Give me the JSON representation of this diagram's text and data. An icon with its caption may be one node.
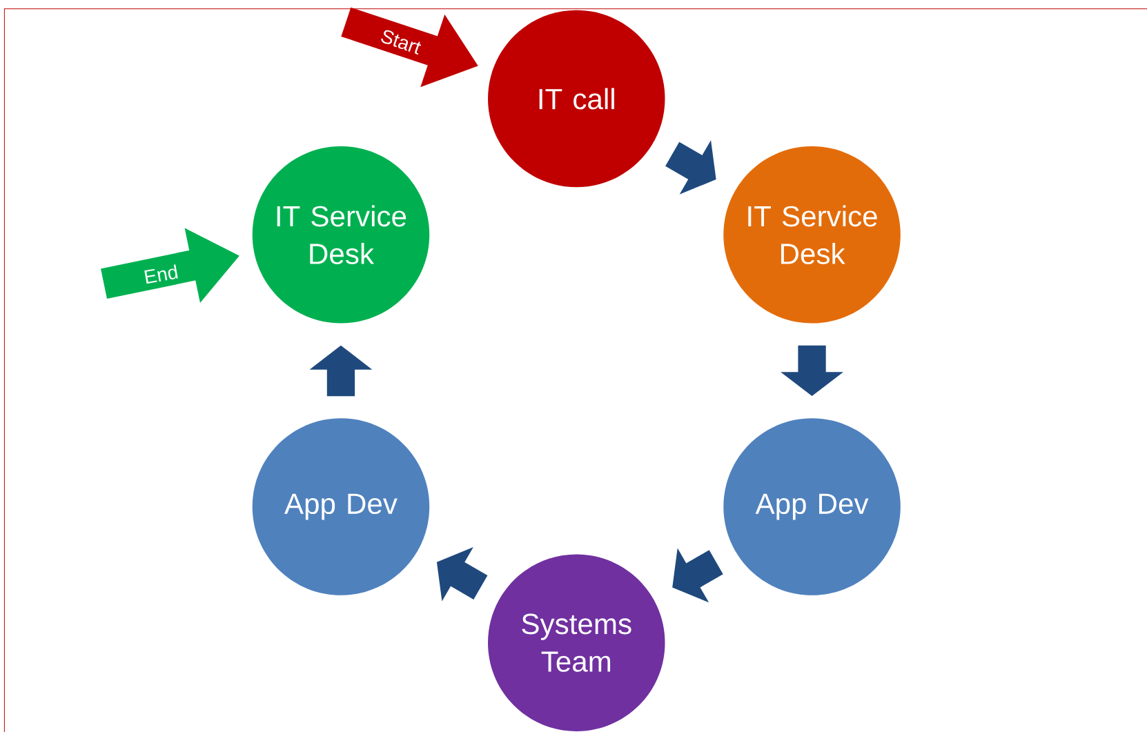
{
  "diagram": {
    "nodes": [
      {
        "text": [
          "IT call"
        ]
      },
      {
        "text": [
          "IT Service Desk"
        ]
      },
      {
        "text": [
          "App Dev"
        ]
      },
      {
        "text": [
          "Systems Team"
        ]
      },
      {
        "text": [
          "App Dev"
        ]
      },
      {
        "text": [
          "IT Service Desk"
        ]
      }
    ],
    "edges": [
      {
        "from": null,
        "to": 0,
        "arrow": "to",
        "label": "Start",
        "color": "#c00000"
      },
      {
        "from": 0,
        "to": 1,
        "arrow": "to"
      },
      {
        "from": 1,
        "to": 2,
        "arrow": "to"
      },
      {
        "from": 2,
        "to": 3,
        "arrow": "to"
      },
      {
        "from": 3,
        "to": 4,
        "arrow": "to"
      },
      {
        "from": 4,
        "to": 5,
        "arrow": "to"
      },
      {
        "from": null,
        "to": 5,
        "arrow": "to",
        "label": "End",
        "color": "#00b050"
      }
    ]
  }
}
